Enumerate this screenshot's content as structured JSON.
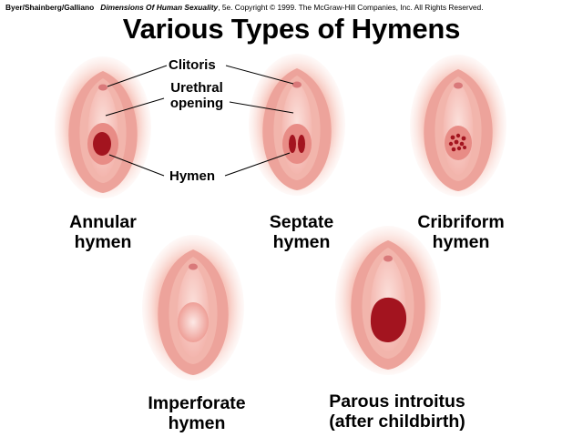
{
  "header": {
    "credit_authors": "Byer/Shainberg/Galliano",
    "credit_book": "Dimensions Of Human Sexuality",
    "credit_rest": ", 5e. Copyright © 1999. The McGraw-Hill Companies, Inc. All Rights Reserved.",
    "title": "Various Types of Hymens"
  },
  "callouts": {
    "clitoris": "Clitoris",
    "urethral_line1": "Urethral",
    "urethral_line2": "opening",
    "hymen": "Hymen"
  },
  "types": [
    {
      "line1": "Annular",
      "line2": "hymen"
    },
    {
      "line1": "Septate",
      "line2": "hymen"
    },
    {
      "line1": "Cribriform",
      "line2": "hymen"
    },
    {
      "line1": "Imperforate",
      "line2": "hymen"
    },
    {
      "line1": "Parous introitus",
      "line2": "(after childbirth)"
    }
  ],
  "colors": {
    "outer_glow": "#f7c6bd",
    "labia_outer": "#eda39b",
    "labia_inner": "#f2b5ac",
    "vestibule": "#f6c9c2",
    "hymen_ring": "#e88c86",
    "opening": "#a3141f",
    "line": "#000000"
  }
}
